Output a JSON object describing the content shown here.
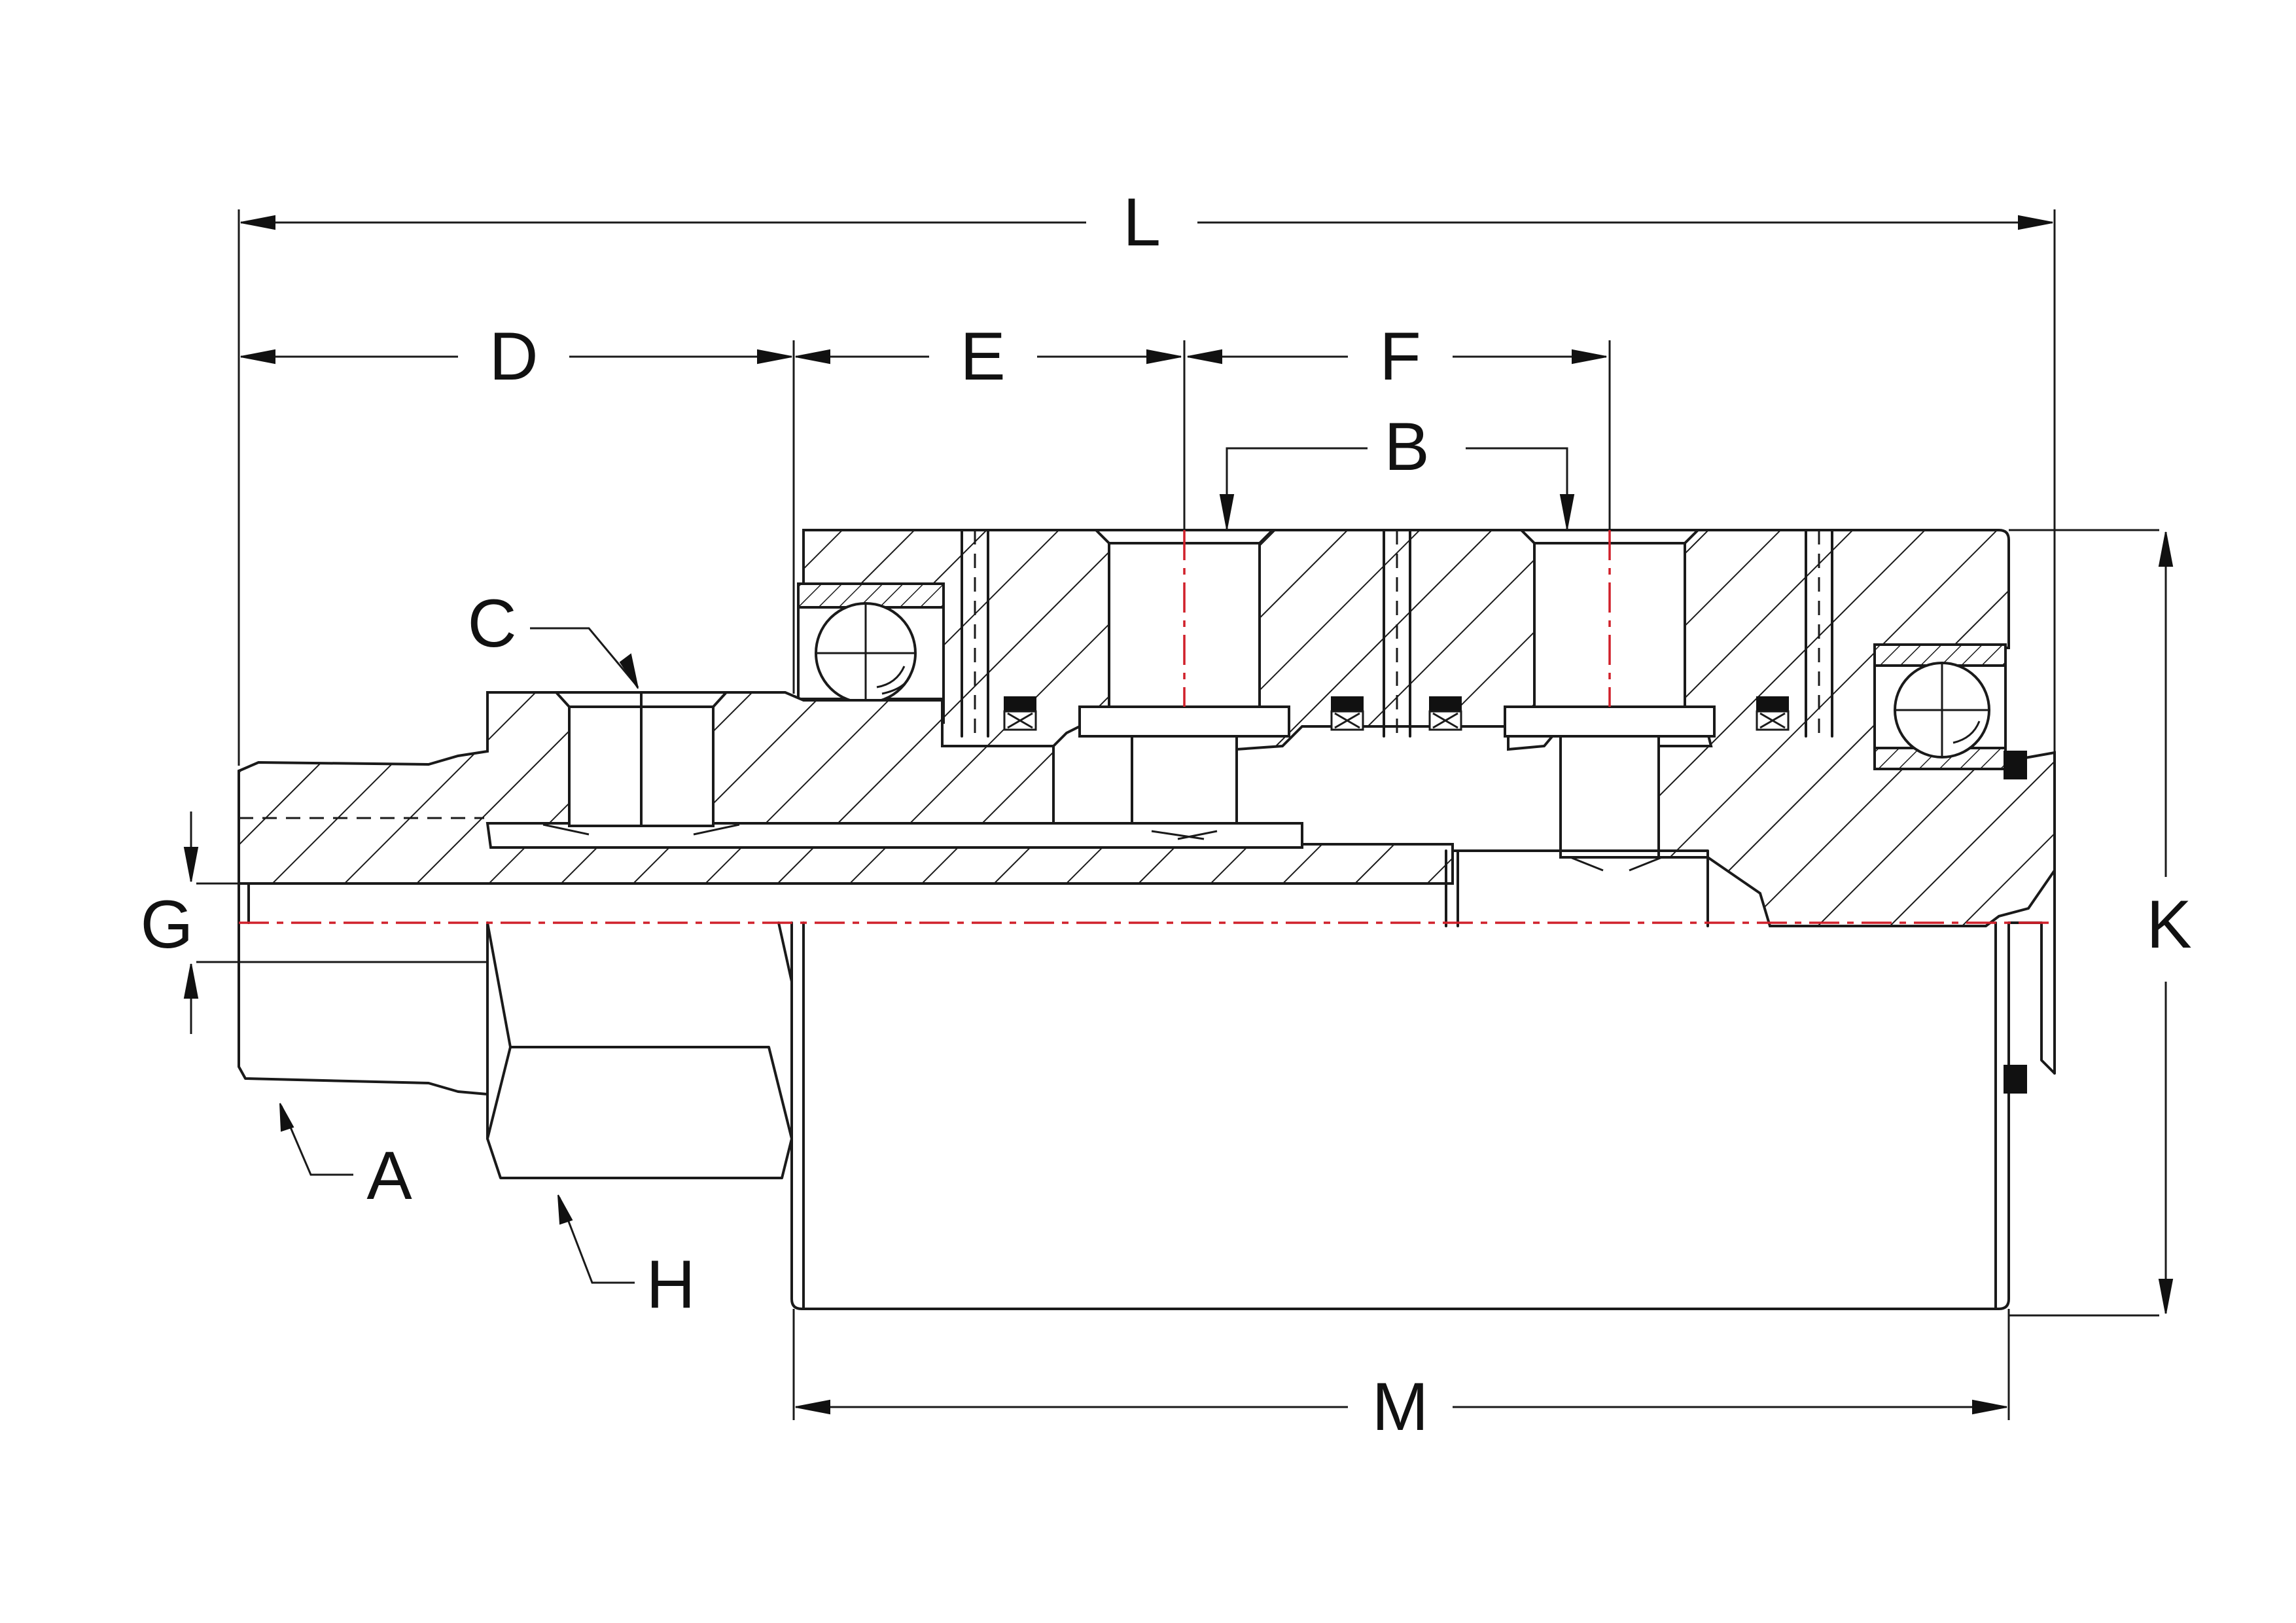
{
  "drawing": {
    "labels": {
      "L": "L",
      "D": "D",
      "E": "E",
      "F": "F",
      "B": "B",
      "C": "C",
      "G": "G",
      "K": "K",
      "A": "A",
      "H": "H",
      "M": "M"
    },
    "colors": {
      "line": "#1a1a1a",
      "centerline": "#d0202a",
      "background": "#ffffff"
    }
  }
}
